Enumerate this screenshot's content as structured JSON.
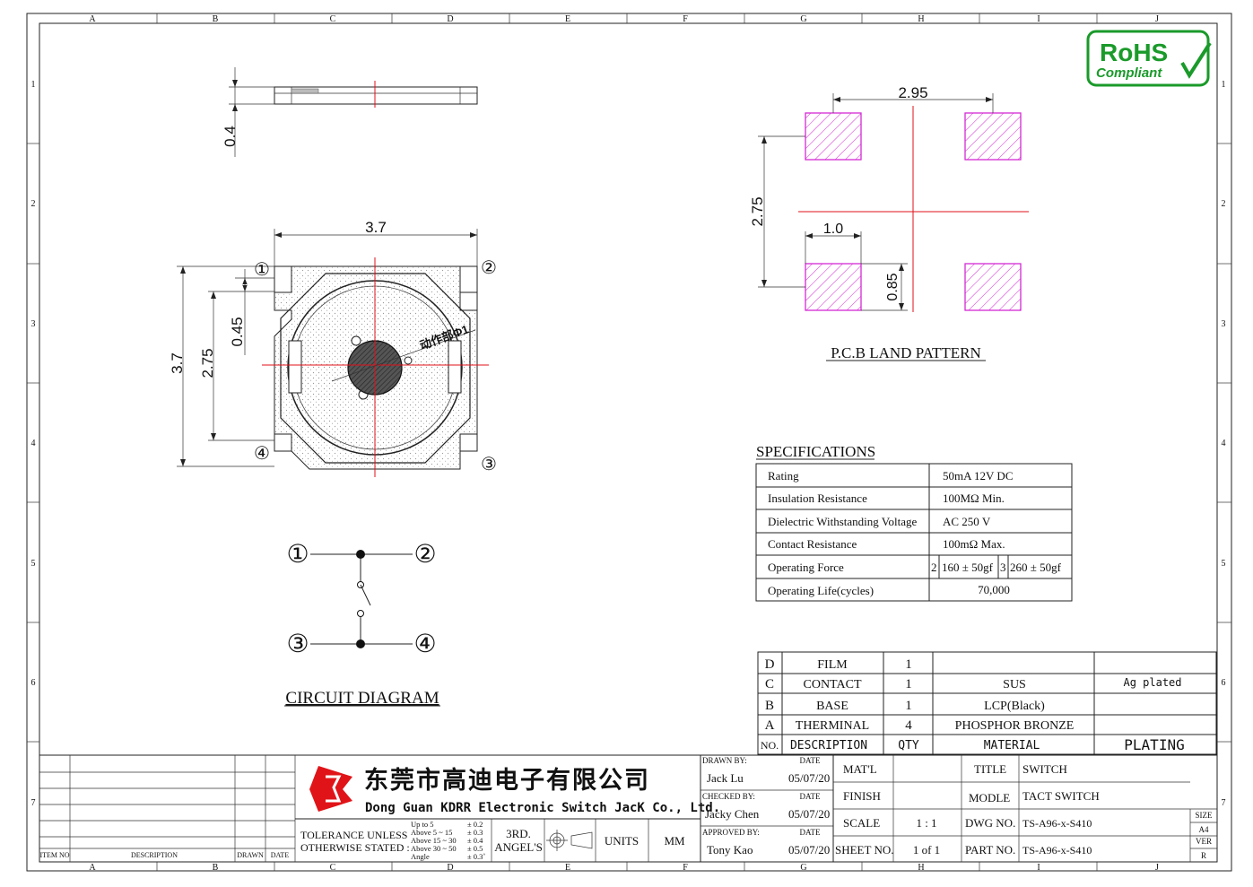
{
  "frame": {
    "col_labels": [
      "A",
      "B",
      "C",
      "D",
      "E",
      "F",
      "G",
      "H",
      "I",
      "J"
    ],
    "row_labels": [
      "1",
      "2",
      "3",
      "4",
      "5",
      "6",
      "7"
    ]
  },
  "rohs": {
    "line1": "RoHS",
    "line2": "Compliant"
  },
  "dims": {
    "side_thickness": "0.4",
    "top_width": "3.7",
    "top_height": "3.7",
    "inner_height": "2.75",
    "offset": "0.45",
    "actuator": "动作部Φ1",
    "pins": [
      "①",
      "②",
      "③",
      "④"
    ]
  },
  "circuit": {
    "title": "CIRCUIT DIAGRAM",
    "pins": [
      "①",
      "②",
      "③",
      "④"
    ]
  },
  "pcb": {
    "title": "P.C.B LAND PATTERN",
    "width": "2.95",
    "height": "2.75",
    "pad_w": "1.0",
    "pad_h": "0.85"
  },
  "specs": {
    "title": "SPECIFICATIONS",
    "rows": [
      {
        "label": "Rating",
        "value": "50mA 12V DC"
      },
      {
        "label": "Insulation Resistance",
        "value": "100MΩ Min."
      },
      {
        "label": "Dielectric Withstanding Voltage",
        "value": "AC 250 V"
      },
      {
        "label": "Contact Resistance",
        "value": "100mΩ Max."
      },
      {
        "label": "Operating Force",
        "f1_no": "2",
        "f1": "160 ± 50gf",
        "f2_no": "3",
        "f2": "260 ± 50gf"
      },
      {
        "label": "Operating Life(cycles)",
        "value": "70,000"
      }
    ]
  },
  "bom": {
    "rows": [
      {
        "no": "D",
        "desc": "FILM",
        "qty": "1",
        "material": "",
        "plating": ""
      },
      {
        "no": "C",
        "desc": "CONTACT",
        "qty": "1",
        "material": "SUS",
        "plating": "Ag plated"
      },
      {
        "no": "B",
        "desc": "BASE",
        "qty": "1",
        "material": "LCP(Black)",
        "plating": ""
      },
      {
        "no": "A",
        "desc": "THERMINAL",
        "qty": "4",
        "material": "PHOSPHOR BRONZE",
        "plating": ""
      }
    ],
    "header": {
      "no": "NO.",
      "desc": "DESCRIPTION",
      "qty": "QTY",
      "material": "MATERIAL",
      "plating": "PLATING"
    }
  },
  "revision": {
    "item_no": "ITEM NO",
    "description": "DESCRIPTION",
    "drawn": "DRAWN",
    "date": "DATE"
  },
  "company": {
    "name_cn": "东莞市高迪电子有限公司",
    "name_en": "Dong Guan KDRR  Electronic Switch JacK Co., Ltd."
  },
  "tolerance": {
    "l1": "TOLERANCE UNLESS",
    "l2": "OTHERWISE STATED :",
    "ranges": [
      "Up to 5",
      "Above 5 ~ 15",
      "Above 15 ~ 30",
      "Above 30 ~ 50",
      "Angle"
    ],
    "values": [
      "± 0.2",
      "± 0.3",
      "± 0.4",
      "± 0.5",
      "± 0.3˚"
    ],
    "angle1": "3RD.",
    "angle2": "ANGEL'S",
    "units_label": "UNITS",
    "units_value": "MM"
  },
  "approvals": {
    "drawn_by": "DRAWN BY:",
    "checked_by": "CHECKED BY:",
    "approved_by": "APPROVED BY:",
    "date_label": "DATE",
    "drawn_name": "Jack  Lu",
    "drawn_date": "05/07/20",
    "checked_name": "Jacky Chen",
    "checked_date": "05/07/20",
    "approved_name": "Tony Kao",
    "approved_date": "05/07/20"
  },
  "title_block": {
    "matl": "MAT'L",
    "finish": "FINISH",
    "scale": "SCALE",
    "scale_value": "1 : 1",
    "sheet": "SHEET NO.",
    "sheet_value": "1 of 1",
    "title_label": "TITLE",
    "title_value": "SWITCH",
    "model_label": "MODLE",
    "model_value": "TACT SWITCH",
    "dwg_label": "DWG NO.",
    "dwg_value": "TS-A96-x-S410",
    "part_label": "PART NO.",
    "part_value": "TS-A96-x-S410",
    "size_label": "SIZE",
    "size_value": "A4",
    "ver_label": "VER",
    "ver_value": "R"
  },
  "colors": {
    "center_line": "#e0101a",
    "pad": "#d42ad4",
    "rohs": "#1a9a2a"
  }
}
